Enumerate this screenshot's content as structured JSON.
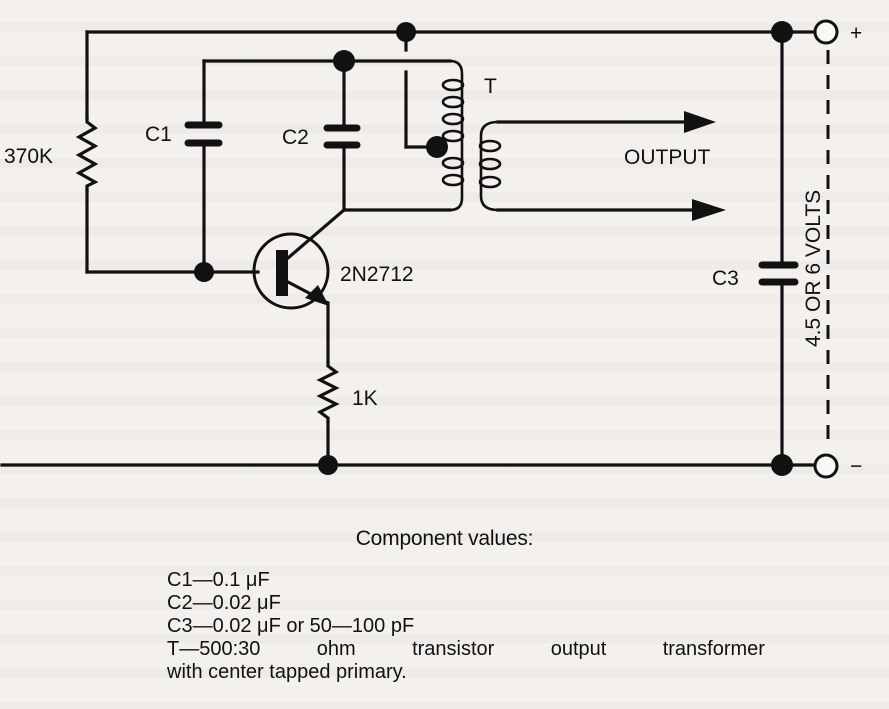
{
  "diagram": {
    "title": "Transistor oscillator circuit schematic",
    "labels": {
      "r1": "370K",
      "c1": "C1",
      "c2": "C2",
      "c3": "C3",
      "transformer": "T",
      "transistor": "2N2712",
      "r2": "1K",
      "output": "OUTPUT",
      "supply": "4.5 OR 6 VOLTS",
      "plus": "+",
      "minus": "−"
    }
  },
  "component_values": {
    "heading": "Component values:",
    "items": [
      "C1—0.1 μF",
      "C2—0.02 μF",
      "C3—0.02 μF or 50—100 pF"
    ],
    "transformer_line_words": [
      "T—500:30",
      "ohm",
      "transistor",
      "output",
      "transformer"
    ],
    "transformer_line2": "with center tapped primary."
  },
  "colors": {
    "ink": "#111111",
    "paper": "#f2f1ee"
  }
}
